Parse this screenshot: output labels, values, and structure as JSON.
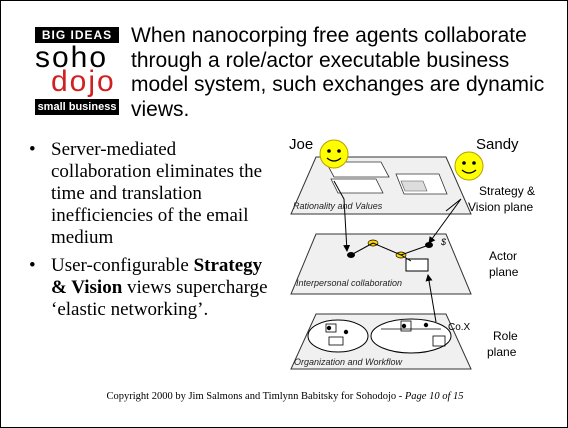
{
  "logo": {
    "top_text": "BIG IDEAS",
    "soho": "soho",
    "dojo": "dojo",
    "bottom_text": "small business"
  },
  "headline": "When nanocorping free agents collaborate through a role/actor executable business model system, such exchanges are dynamic views.",
  "bullets": [
    {
      "parts": [
        {
          "text": "Server-mediated collaboration eliminates the time and translation inefficiencies of the email medium",
          "bold": false
        }
      ]
    },
    {
      "parts": [
        {
          "text": "User-configurable ",
          "bold": false
        },
        {
          "text": "Strategy & Vision",
          "bold": true
        },
        {
          "text": " views supercharge ‘elastic networking’.",
          "bold": false
        }
      ]
    }
  ],
  "diagram": {
    "agents": [
      "Joe",
      "Sandy"
    ],
    "plane_labels": [
      "Strategy &",
      "Vision plane",
      "Actor",
      "plane",
      "Role",
      "plane"
    ],
    "plane_captions": [
      "Rationality and Values",
      "Interpersonal collaboration",
      "Organization and Workflow"
    ],
    "company_label": "Co.X",
    "currency_symbol": "$"
  },
  "copyright": {
    "text": "Copyright 2000 by Jim Salmons and Timlynn Babitsky for Sohodojo - ",
    "page": "Page 10 of 15"
  }
}
